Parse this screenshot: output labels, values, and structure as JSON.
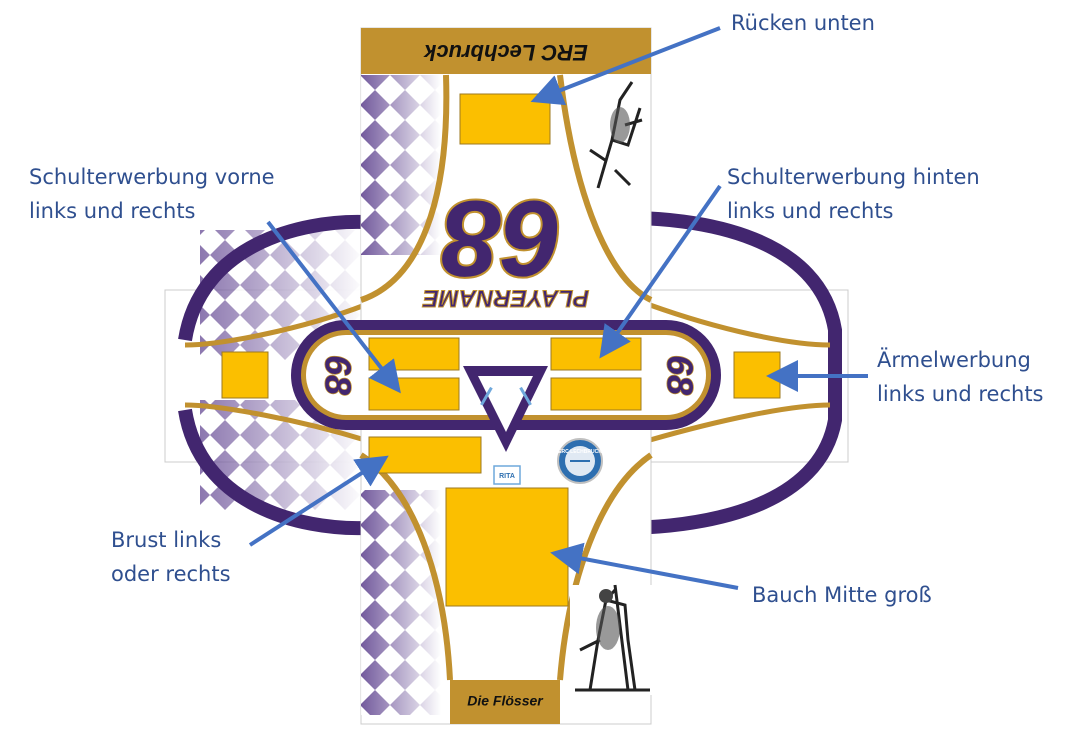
{
  "jersey": {
    "team_name": "ERC Lechbruck",
    "bottom_text": "Die Flösser",
    "number": "68",
    "player_name": "PLAYERNAME",
    "logo_text": "ERC LECHBRUCK",
    "sponsor_logo_text": "RITA"
  },
  "labels": {
    "ruecken_unten": "Rücken unten",
    "schulter_vorne_1": "Schulterwerbung vorne",
    "schulter_vorne_2": "links und rechts",
    "schulter_hinten_1": "Schulterwerbung hinten",
    "schulter_hinten_2": "links und rechts",
    "aermel_1": "Ärmelwerbung",
    "aermel_2": "links und rechts",
    "brust_1": "Brust links",
    "brust_2": "oder rechts",
    "bauch": "Bauch Mitte groß"
  },
  "colors": {
    "gold": "#c1912f",
    "purple": "#42266f",
    "ad_yellow": "#fbbf00",
    "arrow_blue": "#4472c4",
    "label_text": "#2f4f8f"
  }
}
